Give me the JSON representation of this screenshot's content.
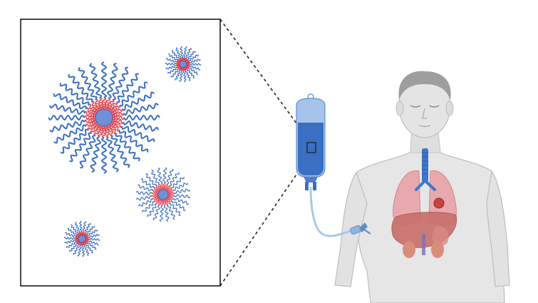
{
  "figure": {
    "inset_panel": {
      "frame_color": "#1a1a1a",
      "micelles": [
        {
          "name": "micelle-large",
          "core_color": "#6f8fd6"
        },
        {
          "name": "micelle-small-top-right",
          "core_color": "#6f8fd6"
        },
        {
          "name": "micelle-medium-right",
          "core_color": "#6f8fd6"
        },
        {
          "name": "micelle-small-bottom-left",
          "core_color": "#6f8fd6"
        }
      ],
      "chain_colors": {
        "hydrophilic": "#3b6ec4",
        "hydrophobic": "#e2444e"
      }
    },
    "iv_bag": {
      "color": "#3a6fc4",
      "tube_color": "#a9c8e6"
    },
    "patient": {
      "skin_color": "#dcdcdc",
      "outline_color": "#b8b8b8"
    },
    "organs": {
      "lung_color": "#e9a3a9",
      "liver_color": "#c9706c",
      "trachea_color": "#3e77c6",
      "tumor_color": "#c8423c",
      "kidney_color": "#d88c7a"
    }
  }
}
